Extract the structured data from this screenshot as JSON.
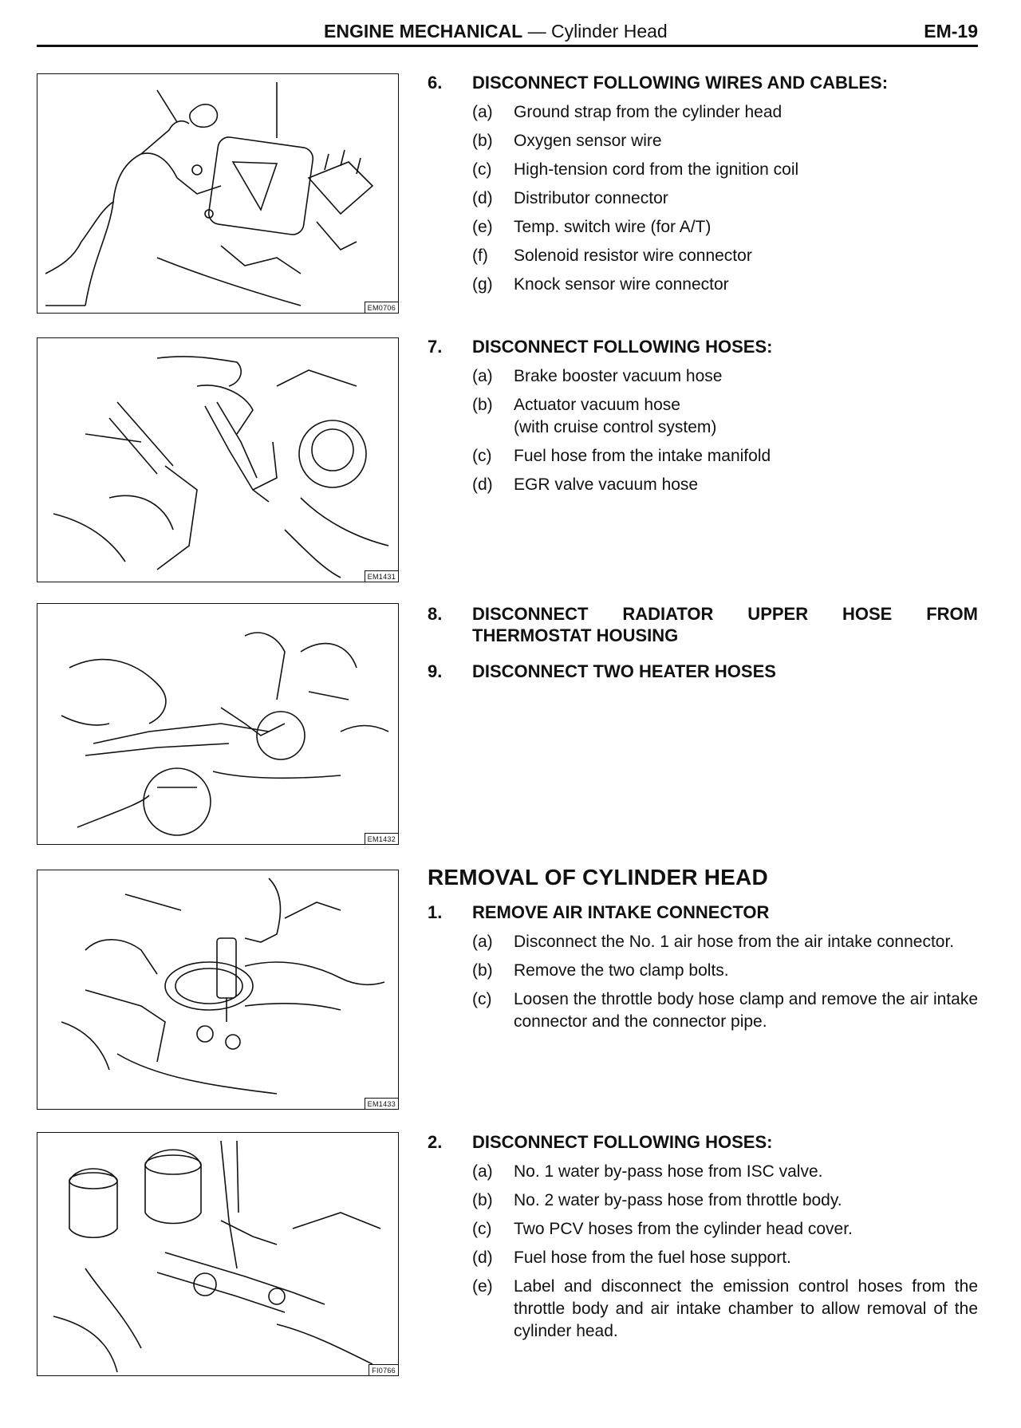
{
  "header": {
    "section_bold": "ENGINE MECHANICAL",
    "section_rest": "— Cylinder Head",
    "page_number": "EM-19"
  },
  "figures": [
    {
      "id": "EM0706"
    },
    {
      "id": "EM1431"
    },
    {
      "id": "EM1432"
    },
    {
      "id": "EM1433"
    },
    {
      "id": "FI0766"
    }
  ],
  "block1": {
    "step_num": "6.",
    "step_text": "DISCONNECT FOLLOWING WIRES AND CABLES:",
    "items": [
      {
        "letter": "(a)",
        "text": "Ground strap from the cylinder head"
      },
      {
        "letter": "(b)",
        "text": "Oxygen sensor wire"
      },
      {
        "letter": "(c)",
        "text": "High-tension cord from the ignition coil"
      },
      {
        "letter": "(d)",
        "text": "Distributor connector"
      },
      {
        "letter": "(e)",
        "text": "Temp. switch wire (for A/T)"
      },
      {
        "letter": "(f)",
        "text": "Solenoid resistor wire connector"
      },
      {
        "letter": "(g)",
        "text": "Knock sensor wire connector"
      }
    ]
  },
  "block2": {
    "step_num": "7.",
    "step_text": "DISCONNECT FOLLOWING HOSES:",
    "items": [
      {
        "letter": "(a)",
        "text": "Brake booster vacuum hose"
      },
      {
        "letter": "(b)",
        "text": "Actuator vacuum hose",
        "text2": "(with cruise control system)"
      },
      {
        "letter": "(c)",
        "text": "Fuel hose from the intake manifold"
      },
      {
        "letter": "(d)",
        "text": "EGR valve vacuum hose"
      }
    ]
  },
  "block3": {
    "step8_num": "8.",
    "step8_text": "DISCONNECT RADIATOR UPPER HOSE FROM THERMOSTAT HOUSING",
    "step9_num": "9.",
    "step9_text": "DISCONNECT TWO HEATER HOSES"
  },
  "block4": {
    "heading": "REMOVAL OF CYLINDER HEAD",
    "step_num": "1.",
    "step_text": "REMOVE AIR INTAKE CONNECTOR",
    "items": [
      {
        "letter": "(a)",
        "text": "Disconnect the No. 1 air hose from the air intake connector."
      },
      {
        "letter": "(b)",
        "text": "Remove the two clamp bolts."
      },
      {
        "letter": "(c)",
        "text": "Loosen the throttle body hose clamp and remove the air intake connector and the connector pipe."
      }
    ]
  },
  "block5": {
    "step_num": "2.",
    "step_text": "DISCONNECT FOLLOWING HOSES:",
    "items": [
      {
        "letter": "(a)",
        "text": "No. 1 water by-pass hose from ISC valve."
      },
      {
        "letter": "(b)",
        "text": "No. 2 water by-pass hose from throttle body."
      },
      {
        "letter": "(c)",
        "text": "Two PCV hoses from the cylinder head cover."
      },
      {
        "letter": "(d)",
        "text": "Fuel hose from the fuel hose support."
      },
      {
        "letter": "(e)",
        "text": "Label and disconnect the emission control hoses from the throttle body and air intake chamber to allow removal of the cylinder head."
      }
    ]
  }
}
